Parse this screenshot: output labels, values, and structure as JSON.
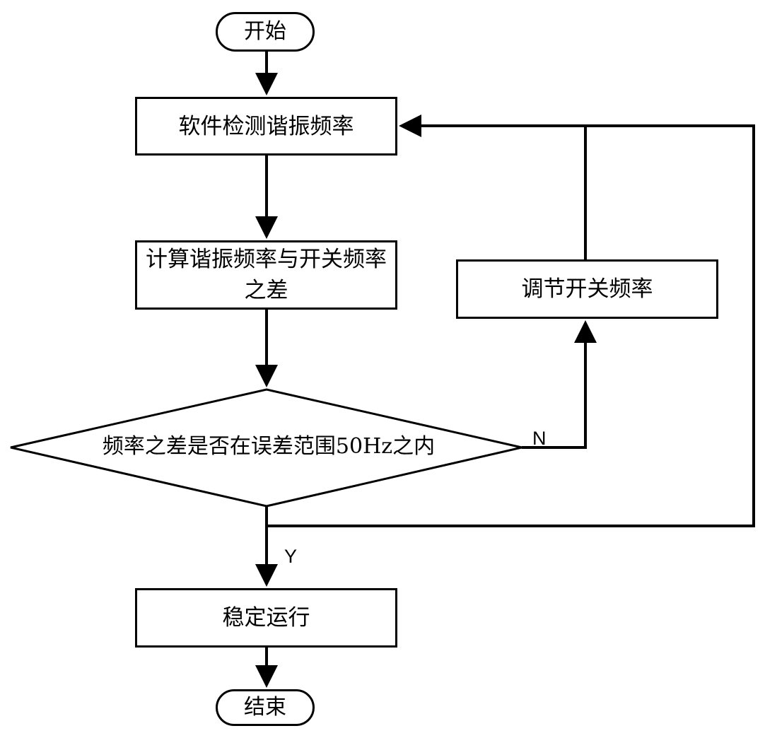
{
  "nodes": {
    "start": "开始",
    "detect": "软件检测谐振频率",
    "calc": "计算谐振频率与开关频率之差",
    "adjust": "调节开关频率",
    "decision": "频率之差是否在误差范围50Hz之内",
    "stable": "稳定运行",
    "end": "结束"
  },
  "edges": {
    "no_label": "N",
    "yes_label": "Y"
  },
  "colors": {
    "line": "#000000",
    "background": "#ffffff"
  }
}
